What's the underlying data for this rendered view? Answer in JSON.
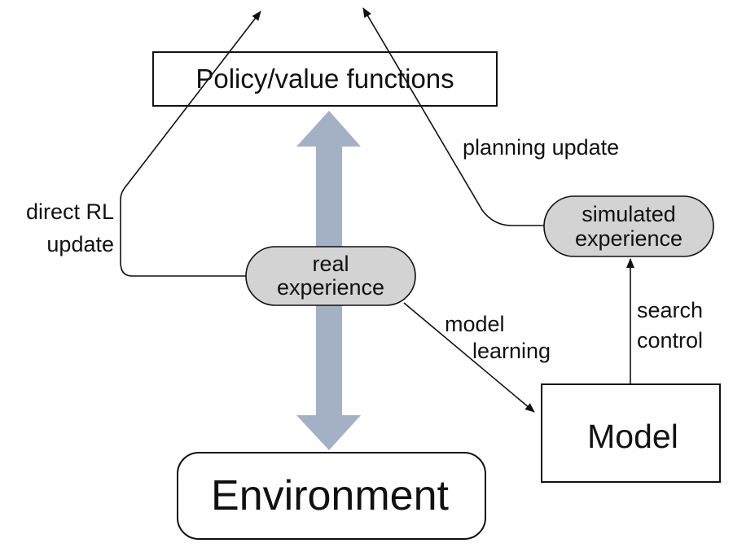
{
  "nodes": {
    "policy": {
      "label": "Policy/value functions"
    },
    "environment": {
      "label": "Environment"
    },
    "model": {
      "label": "Model"
    },
    "real_experience": {
      "line1": "real",
      "line2": "experience"
    },
    "simulated_experience": {
      "line1": "simulated",
      "line2": "experience"
    }
  },
  "edge_labels": {
    "direct_rl": {
      "line1": "direct RL",
      "line2": "update"
    },
    "planning": {
      "line1": "planning update"
    },
    "model_learning": {
      "line1": "model",
      "line2": "learning"
    },
    "search_control": {
      "line1": "search",
      "line2": "control"
    }
  },
  "colors": {
    "interaction_arrow": "#a4b0c4",
    "pill_fill": "#d3d3d3",
    "stroke": "#111111"
  }
}
